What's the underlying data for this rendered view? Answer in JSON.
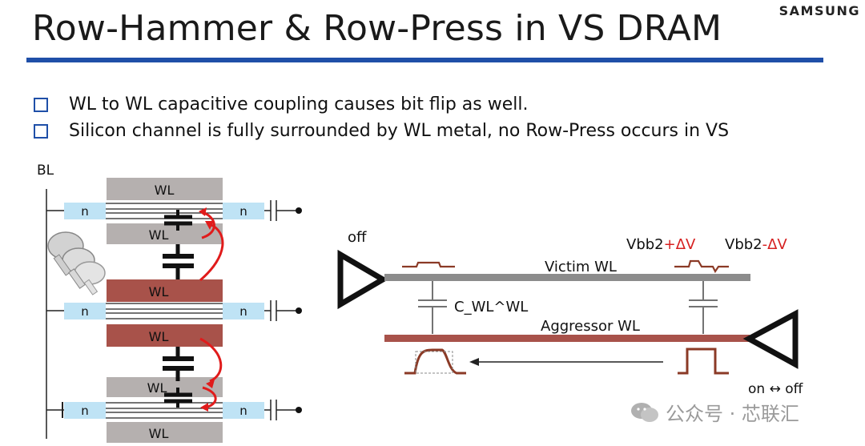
{
  "header": {
    "title": "Row-Hammer & Row-Press in VS DRAM",
    "logo": "SAMSUNG"
  },
  "bullets": [
    "WL to WL capacitive coupling causes bit flip as well.",
    "Silicon channel is fully surrounded by WL metal, no Row-Press occurs in VS"
  ],
  "left_diagram": {
    "bl_label": "BL",
    "wl_label": "WL",
    "n_label": "n"
  },
  "right_diagram": {
    "off_label": "off",
    "victim_label": "Victim WL",
    "aggressor_label": "Aggressor WL",
    "coupling_label": "C_WL^WL",
    "vbb_plus_base": "Vbb2",
    "vbb_plus_delta": "+ΔV",
    "vbb_minus_base": "Vbb2",
    "vbb_minus_delta": "-ΔV",
    "on_off_label": "on ↔ off"
  },
  "watermark": "公众号 · 芯联汇",
  "colors": {
    "accent_blue": "#1f4fa8",
    "wl_gray": "#b5b0af",
    "wl_aggressor": "#a8524a",
    "n_region": "#bfe3f5",
    "arrow_red": "#e01b1b",
    "delta_red": "#d62020",
    "waveform_brown": "#8b3a26"
  }
}
